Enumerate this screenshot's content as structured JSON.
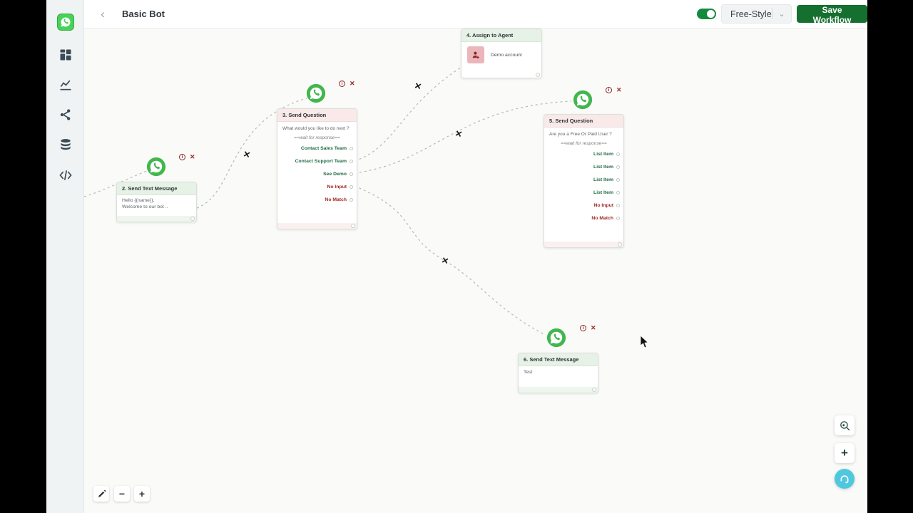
{
  "topbar": {
    "title": "Basic Bot",
    "style_selector": {
      "value": "Free-Style"
    },
    "save_button": "Save Workflow"
  },
  "icons": {
    "back": "‹",
    "chevron_down": "⌄",
    "info": "i",
    "close": "✕",
    "cross_marker": "✕",
    "minus": "−",
    "plus": "+"
  },
  "nodes": {
    "n2": {
      "title": "2. Send Text Message",
      "lines": [
        "Hello {{name}},",
        "Welcome to our bot .."
      ]
    },
    "n3": {
      "title": "3. Send Question",
      "question": "What would you like to do next ?",
      "wait_text": "==wait for response==",
      "options": [
        "Contact Sales Team",
        "Contact Support Team",
        "See Demo"
      ],
      "no_input": "No Input",
      "no_match": "No Match"
    },
    "n4": {
      "title": "4. Assign to Agent",
      "agent_name": "Demo account"
    },
    "n5": {
      "title": "5. Send Question",
      "question": "Are you a Free Or Paid User ?",
      "wait_text": "==wait for response==",
      "options": [
        "List Item",
        "List Item",
        "List Item",
        "List Item"
      ],
      "no_input": "No Input",
      "no_match": "No Match"
    },
    "n6": {
      "title": "6. Send Text Message",
      "lines": [
        "Test"
      ]
    }
  },
  "colors": {
    "whatsapp_green": "#42b64e",
    "accent_green": "#15702f",
    "header_green": "#e7f2e7",
    "header_pink": "#f9e9e9",
    "option_green": "#1f6b45",
    "option_red": "#a12626",
    "support_cyan": "#4fc8de",
    "edge_gray": "#b9bdb9"
  }
}
